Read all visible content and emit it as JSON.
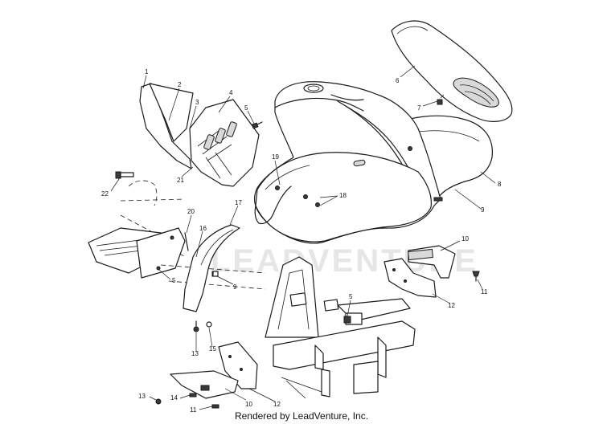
{
  "diagram": {
    "callouts": [
      "1",
      "2",
      "3",
      "4",
      "5",
      "6",
      "7",
      "8",
      "9",
      "10",
      "11",
      "12",
      "13",
      "14",
      "15",
      "16",
      "17",
      "18",
      "19",
      "20",
      "21",
      "22"
    ],
    "repeat_callouts": {
      "five_b": "5",
      "five_c": "5",
      "nine_b": "9",
      "ten_b": "10",
      "eleven_b": "11",
      "twelve_b": "12",
      "thirteen_b": "13"
    },
    "watermark": "LEADVENTURE"
  },
  "footer": {
    "text": "Rendered by LeadVenture, Inc."
  },
  "colors": {
    "line": "#1a1a1a",
    "background": "#ffffff",
    "watermark": "#e6e6e6"
  }
}
